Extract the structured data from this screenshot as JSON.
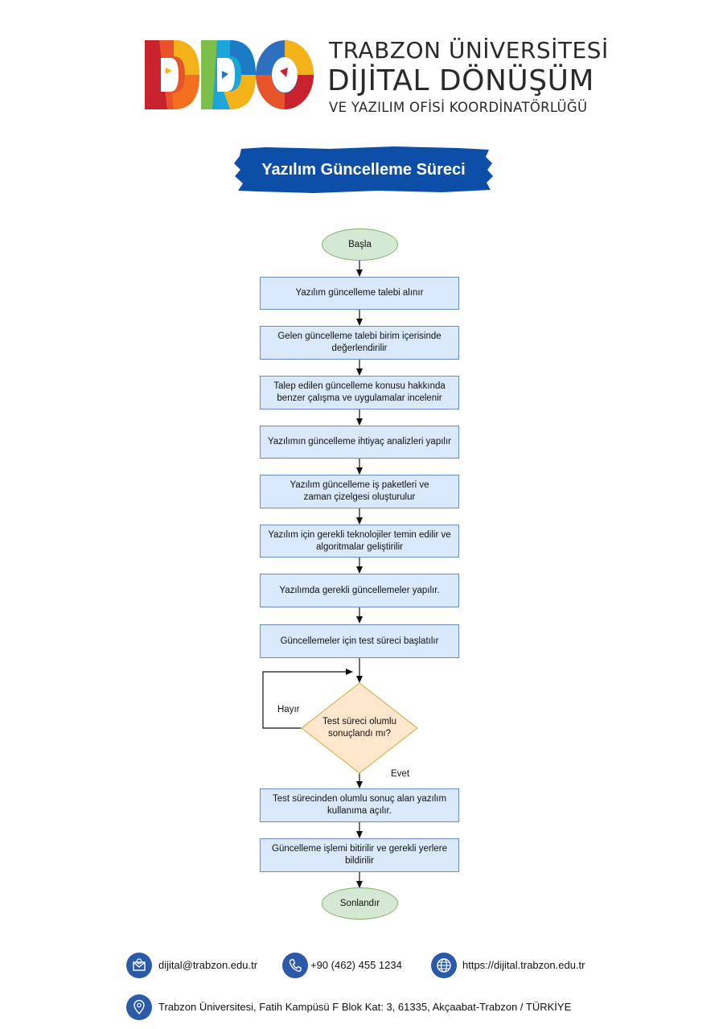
{
  "header": {
    "org_line1": "TRABZON ÜNİVERSİTESİ",
    "org_line2": "DİJİTAL DÖNÜŞÜM",
    "org_line3": "VE YAZILIM OFİSİ KOORDİNATÖRLÜĞÜ",
    "logo_icon": "ddo-logo-icon"
  },
  "title": "Yazılım Güncelleme Süreci",
  "flow": {
    "start": "Başla",
    "steps": [
      "Yazılım güncelleme talebi alınır",
      "Gelen güncelleme talebi birim içerisinde değerlendirilir",
      "Talep edilen güncelleme konusu hakkında benzer çalışma ve uygulamalar incelenir",
      "Yazılımın güncelleme ihtiyaç analizleri yapılır",
      "Yazılım güncelleme iş paketleri ve zaman çizelgesi oluşturulur",
      "Yazılım için gerekli teknolojiler temin edilir ve algoritmalar geliştirilir",
      "Yazılımda gerekli güncellemeler yapılır.",
      "Güncellemeler için test süreci başlatılır"
    ],
    "decision": "Test süreci olumlu sonuçlandı mı?",
    "no_label": "Hayır",
    "yes_label": "Evet",
    "after_steps": [
      "Test sürecinden olumlu sonuç alan yazılım kullanıma açılır.",
      "Güncelleme işlemi bitirilir ve gerekli yerlere bildirilir"
    ],
    "end": "Sonlandır"
  },
  "colors": {
    "process_fill": "#dae8fc",
    "process_stroke": "#6c8ebf",
    "terminal_fill": "#d5e8d4",
    "terminal_stroke": "#82b366",
    "decision_fill": "#ffe6cc",
    "decision_stroke": "#d6b656",
    "banner": "#0d4fa8",
    "footer_icon": "#2a5aa8"
  },
  "footer": {
    "email": "dijital@trabzon.edu.tr",
    "phone": "+90 (462) 455 1234",
    "website": "https://dijital.trabzon.edu.tr",
    "address": "Trabzon Üniversitesi, Fatih Kampüsü F Blok Kat: 3, 61335, Akçaabat-Trabzon / TÜRKİYE"
  }
}
